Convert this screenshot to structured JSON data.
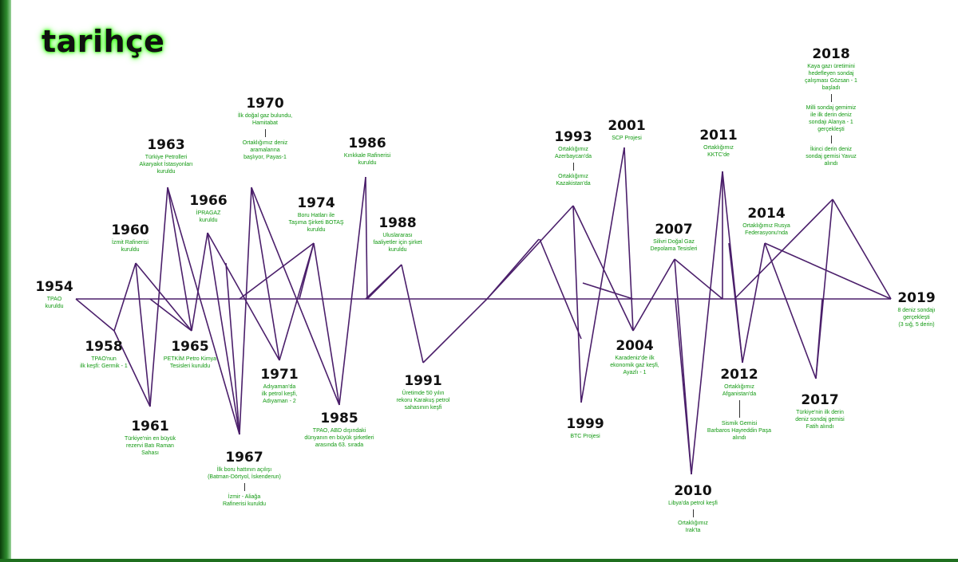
{
  "title": "tarihçe",
  "colors": {
    "line": "#4b1f6b",
    "year": "#111111",
    "text": "#119911",
    "glow": "#39ff14"
  },
  "events": [
    {
      "year": "1954",
      "texts": [
        "TPAO",
        "kuruldu"
      ]
    },
    {
      "year": "1958",
      "texts": [
        "TPAO'nun",
        "ilk keşfi: Germik - 1"
      ]
    },
    {
      "year": "1960",
      "texts": [
        "İzmit Rafinerisi",
        "kuruldu"
      ]
    },
    {
      "year": "1961",
      "texts": [
        "Türkiye'nin en büyük",
        "rezervi Batı Raman",
        "Sahası"
      ]
    },
    {
      "year": "1963",
      "texts": [
        "Türkiye Petrolleri",
        "Akaryakıt İstasyonları",
        "kuruldu"
      ]
    },
    {
      "year": "1965",
      "texts": [
        "PETKİM Petro Kimya",
        "Tesisleri kuruldu"
      ]
    },
    {
      "year": "1966",
      "texts": [
        "İPRAGAZ",
        "kuruldu"
      ]
    },
    {
      "year": "1967",
      "texts": [
        "İlk boru hattının açılışı",
        "(Batman-Dörtyol, İskenderun)",
        "İzmir - Aliağa",
        "Rafinerisi kuruldu"
      ]
    },
    {
      "year": "1970",
      "texts": [
        "İlk doğal gaz bulundu,",
        "Hamitabat",
        "Ortaklığımız deniz",
        "aramalarına",
        "başlıyor, Payas-1"
      ]
    },
    {
      "year": "1971",
      "texts": [
        "Adıyaman'da",
        "ilk petrol keşfi,",
        "Adıyaman - 2"
      ]
    },
    {
      "year": "1974",
      "texts": [
        "Boru Hatları ile",
        "Taşıma Şirketi BOTAŞ",
        "kuruldu"
      ]
    },
    {
      "year": "1985",
      "texts": [
        "TPAO, ABD dışındaki",
        "dünyanın en büyük şirketleri",
        "arasında 63. sırada"
      ]
    },
    {
      "year": "1986",
      "texts": [
        "Kırıkkale Rafinerisi",
        "kuruldu"
      ]
    },
    {
      "year": "1988",
      "texts": [
        "Uluslararası",
        "faaliyetler için şirket",
        "kuruldu"
      ]
    },
    {
      "year": "1991",
      "texts": [
        "Üretimde 50 yılın",
        "rekoru Karakuş petrol",
        "sahasının keşfi"
      ]
    },
    {
      "year": "1993",
      "texts": [
        "Ortaklığımız",
        "Azerbaycan'da",
        "Ortaklığımız",
        "Kazakistan'da"
      ]
    },
    {
      "year": "1999",
      "texts": [
        "BTC Projesi"
      ]
    },
    {
      "year": "2001",
      "texts": [
        "SCP Projesi"
      ]
    },
    {
      "year": "2004",
      "texts": [
        "Karadeniz'de ilk",
        "ekonomik gaz keşfi,",
        "Ayazlı - 1"
      ]
    },
    {
      "year": "2007",
      "texts": [
        "Silivri Doğal Gaz",
        "Depolama Tesisleri"
      ]
    },
    {
      "year": "2010",
      "texts": [
        "Libya'da petrol keşfi",
        "Ortaklığımız",
        "Irak'ta"
      ]
    },
    {
      "year": "2011",
      "texts": [
        "Ortaklığımız",
        "KKTC'de"
      ]
    },
    {
      "year": "2012",
      "texts": [
        "Ortaklığımız",
        "Afganistan'da",
        "Sismik Gemisi",
        "Barbaros Hayreddin Paşa",
        "alındı"
      ]
    },
    {
      "year": "2014",
      "texts": [
        "Ortaklığımız Rusya",
        "Federasyonu'nda"
      ]
    },
    {
      "year": "2017",
      "texts": [
        "Türkiye'nin ilk derin",
        "deniz sondaj gemisi",
        "Fatih alındı"
      ]
    },
    {
      "year": "2018",
      "texts": [
        "Kaya gazı üretimini",
        "hedefleyen sondaj",
        "çalışması Gözsan - 1",
        "başladı",
        "Milli sondaj gemimiz",
        "ile ilk derin deniz",
        "sondajı Alanya - 1",
        "gerçekleşti",
        "İkinci derin deniz",
        "sondaj gemisi Yavuz",
        "alındı"
      ]
    },
    {
      "year": "2019",
      "texts": [
        "8 deniz sondajı",
        "gerçekleşti",
        "(3 sığ, 5 derin)"
      ]
    }
  ]
}
